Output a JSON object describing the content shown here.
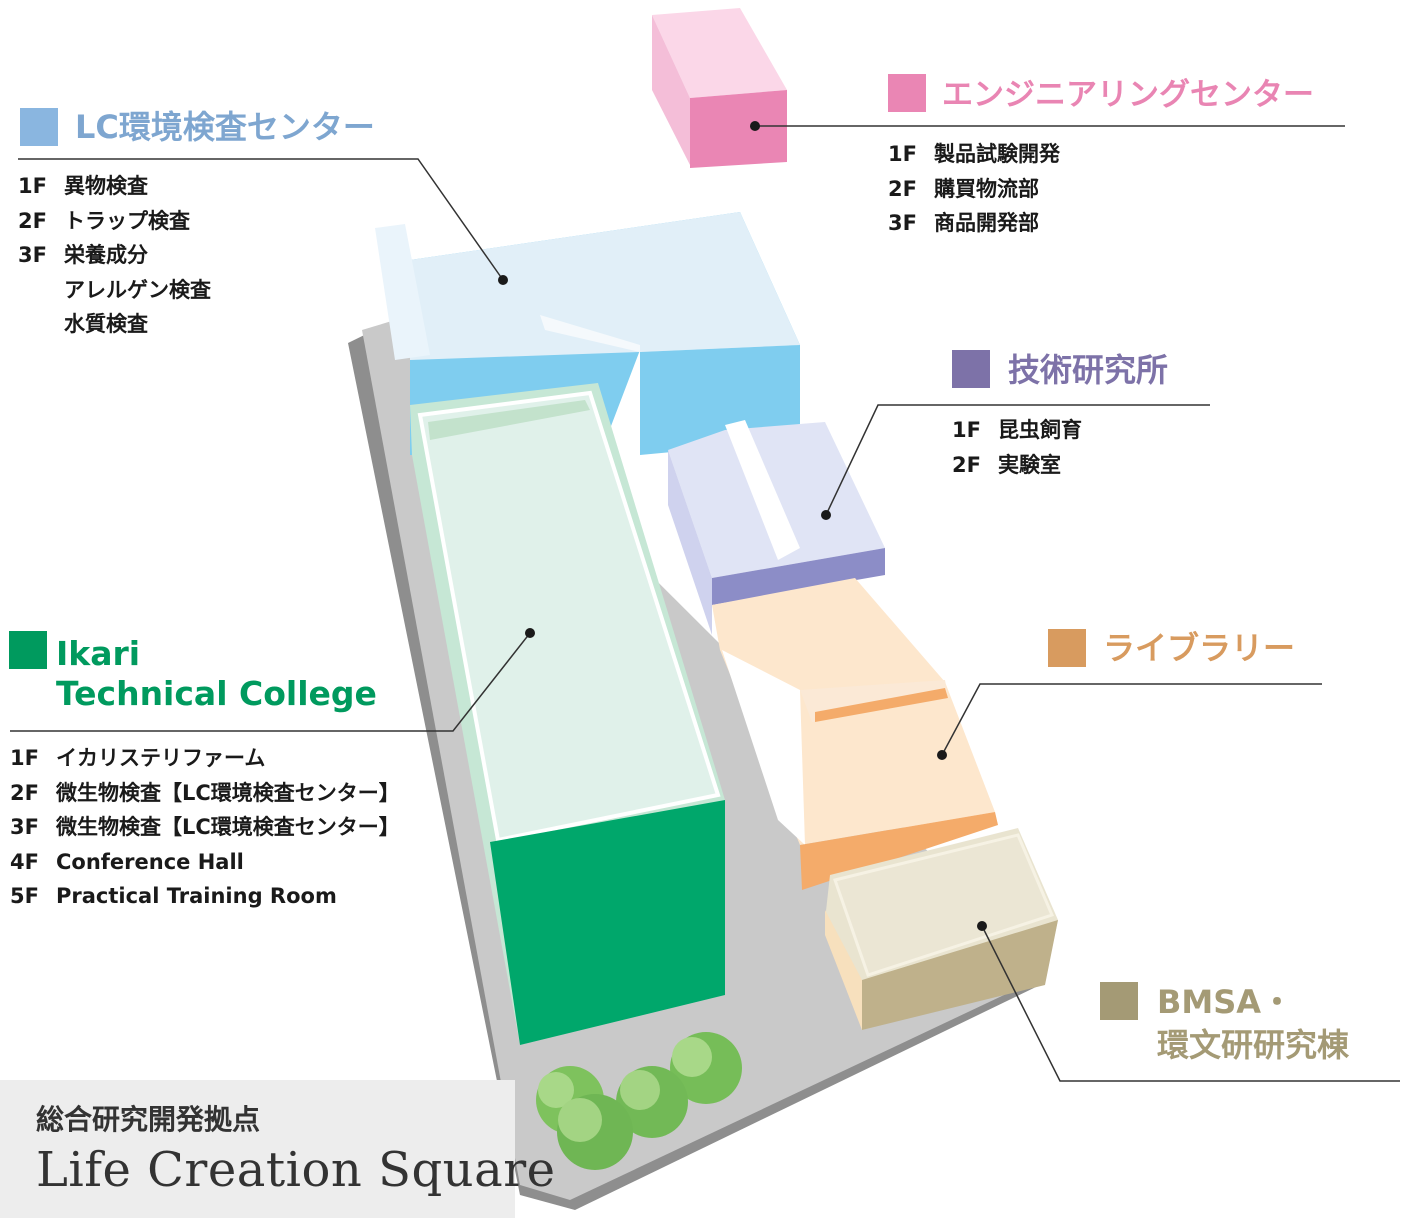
{
  "colors": {
    "lc_center": "#8ab6e0",
    "engineering": "#ea86b4",
    "tech_institute": "#7d72a8",
    "college": "#009a5e",
    "library": "#d89b5f",
    "bmsa": "#a49a75",
    "ground": "#c7c7c7"
  },
  "lc_center": {
    "title": "LC環境検査センター",
    "floors": [
      {
        "floor": "1F",
        "label": "異物検査"
      },
      {
        "floor": "2F",
        "label": "トラップ検査"
      },
      {
        "floor": "3F",
        "label": "栄養成分"
      },
      {
        "floor": "",
        "label": "アレルゲン検査"
      },
      {
        "floor": "",
        "label": "水質検査"
      }
    ]
  },
  "engineering_center": {
    "title": "エンジニアリングセンター",
    "floors": [
      {
        "floor": "1F",
        "label": "製品試験開発"
      },
      {
        "floor": "2F",
        "label": "購買物流部"
      },
      {
        "floor": "3F",
        "label": "商品開発部"
      }
    ]
  },
  "tech_institute": {
    "title": "技術研究所",
    "floors": [
      {
        "floor": "1F",
        "label": "昆虫飼育"
      },
      {
        "floor": "2F",
        "label": "実験室"
      }
    ]
  },
  "college": {
    "title_line1": "Ikari",
    "title_line2": "Technical College",
    "floors": [
      {
        "floor": "1F",
        "label": "イカリステリファーム"
      },
      {
        "floor": "2F",
        "label": "微生物検査【LC環境検査センター】"
      },
      {
        "floor": "3F",
        "label": "微生物検査【LC環境検査センター】"
      },
      {
        "floor": "4F",
        "label": "Conference Hall"
      },
      {
        "floor": "5F",
        "label": "Practical Training Room"
      }
    ]
  },
  "library": {
    "title": "ライブラリー"
  },
  "bmsa": {
    "title_line1": "BMSA・",
    "title_line2": "環文研研究棟"
  },
  "footer": {
    "subtitle": "総合研究開発拠点",
    "title": "Life Creation Square"
  }
}
